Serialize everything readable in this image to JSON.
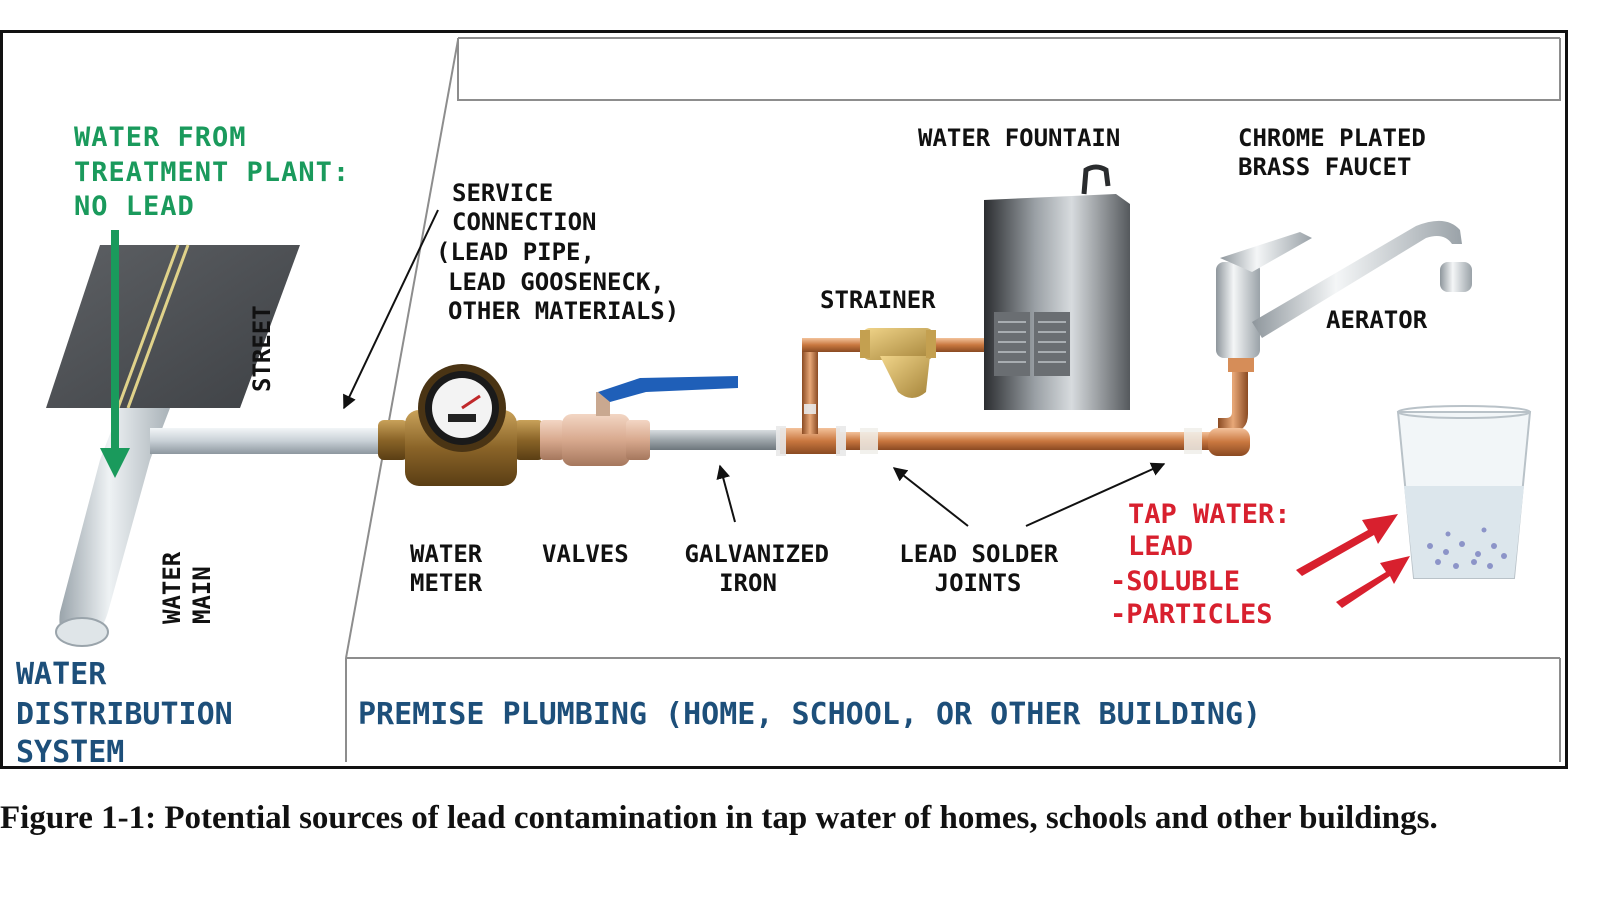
{
  "colors": {
    "green": "#1a9a5c",
    "blue": "#1d4f7a",
    "red": "#d8202e",
    "copper": "#c9773f",
    "black": "#111111"
  },
  "labels": {
    "source": [
      "WATER FROM",
      "TREATMENT PLANT:",
      "NO LEAD"
    ],
    "street": "STREET",
    "water_main": [
      "WATER",
      "MAIN"
    ],
    "service_connection": [
      "SERVICE",
      "CONNECTION",
      "(LEAD PIPE,",
      "LEAD GOOSENECK,",
      "OTHER MATERIALS)"
    ],
    "strainer": "STRAINER",
    "water_fountain": "WATER FOUNTAIN",
    "faucet": [
      "CHROME PLATED",
      "BRASS FAUCET"
    ],
    "aerator": "AERATOR",
    "water_meter": [
      "WATER",
      "METER"
    ],
    "valves": "VALVES",
    "galvanized_iron": [
      "GALVANIZED",
      "IRON"
    ],
    "solder_joints": [
      "LEAD SOLDER",
      "JOINTS"
    ],
    "tap_water": [
      "TAP WATER:",
      "LEAD",
      "-SOLUBLE",
      "-PARTICLES"
    ],
    "distribution_system": [
      "WATER",
      "DISTRIBUTION",
      "SYSTEM"
    ],
    "premise_plumbing": "PREMISE PLUMBING (HOME, SCHOOL, OR OTHER BUILDING)"
  },
  "caption": "Figure 1-1: Potential sources of lead contamination in tap water of homes, schools and other buildings."
}
